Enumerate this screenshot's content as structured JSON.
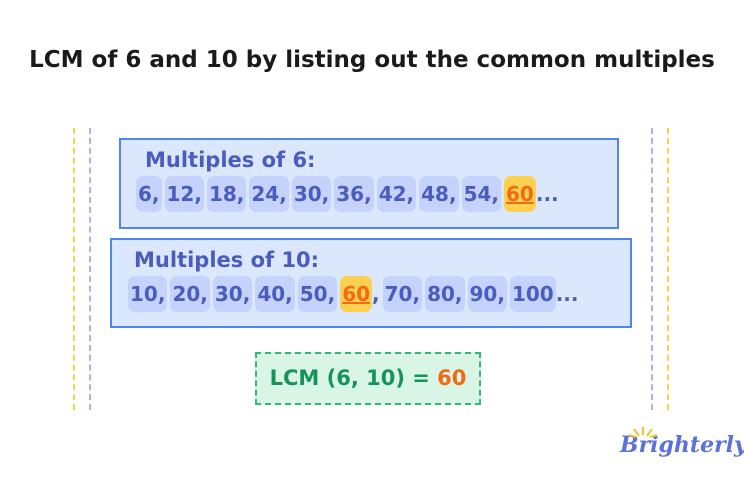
{
  "title": "LCM of 6 and 10 by listing out the common multiples",
  "multiples_6": {
    "label": "Multiples of 6:",
    "items": [
      "6,",
      "12,",
      "18,",
      "24,",
      "30,",
      "36,",
      "42,",
      "48,",
      "54,"
    ],
    "common": "60",
    "tail": "..."
  },
  "multiples_10": {
    "label": "Multiples of 10:",
    "before": [
      "10,",
      "20,",
      "30,",
      "40,",
      "50,"
    ],
    "common": "60",
    "common_tail": ",",
    "after": [
      "70,",
      "80,",
      "90,",
      "100"
    ],
    "tail": "..."
  },
  "result": {
    "text": "LCM (6, 10) = ",
    "value": "60"
  },
  "logo": "Brighterly",
  "colors": {
    "accent": "#f26a16",
    "highlight": "#fdd14f",
    "text": "#4a5cbf",
    "box_border": "#4f86ee",
    "result_green": "#17935a"
  }
}
